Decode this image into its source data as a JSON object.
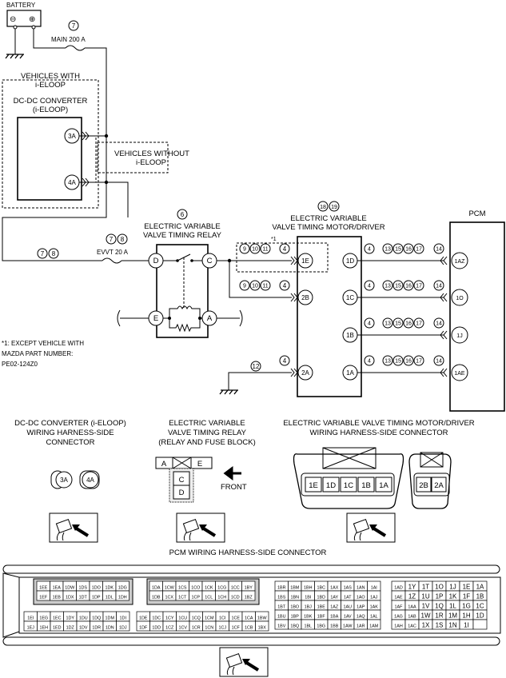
{
  "battery": {
    "label": "BATTERY",
    "minus": "⊖",
    "plus": "⊕"
  },
  "fuses": {
    "main_num": "7",
    "main_label": "MAIN 200 A",
    "evvt_nums": [
      "7",
      "8"
    ],
    "evvt_label": "EVVT 20 A",
    "left_nums": [
      "7",
      "8"
    ]
  },
  "dcdc": {
    "group_label": [
      "VEHICLES WITH",
      "i-ELOOP"
    ],
    "title": [
      "DC-DC CONVERTER",
      "(i-ELOOP)"
    ],
    "without_label": [
      "VEHICLES WITHOUT",
      "i-ELOOP"
    ],
    "pins": [
      "3A",
      "4A"
    ]
  },
  "relay": {
    "num": "6",
    "title": [
      "ELECTRIC VARIABLE",
      "VALVE TIMING RELAY"
    ],
    "pins": [
      "D",
      "C",
      "E",
      "A"
    ]
  },
  "motor": {
    "nums": [
      "18",
      "19"
    ],
    "title": [
      "ELECTRIC VARIABLE",
      "VALVE TIMING MOTOR/DRIVER"
    ],
    "note_mark": "*1",
    "left_pins": [
      "1E",
      "2B",
      "2A"
    ],
    "right_pins": [
      "1D",
      "1C",
      "1B",
      "1A"
    ]
  },
  "pcm": {
    "title": "PCM",
    "pins": [
      "1AZ",
      "1O",
      "1J",
      "1AE"
    ]
  },
  "wire_refs": {
    "four": "4",
    "fourteen": "14",
    "twelve": "12",
    "group_a": [
      "9",
      "10",
      "11"
    ],
    "group_b": [
      "13",
      "15",
      "16",
      "17"
    ]
  },
  "footnote": [
    "*1: EXCEPT VEHICLE WITH",
    "MAZDA PART NUMBER:",
    "PE02-124Z0"
  ],
  "connectors": {
    "dcdc_title": [
      "DC-DC CONVERTER (i-ELOOP)",
      "WIRING HARNESS-SIDE",
      "CONNECTOR"
    ],
    "dcdc_pins": [
      "3A",
      "4A"
    ],
    "relay_title": [
      "ELECTRIC VARIABLE",
      "VALVE TIMING RELAY",
      "(RELAY AND FUSE BLOCK)"
    ],
    "relay_cells": [
      "A",
      "E",
      "C",
      "D"
    ],
    "front": "FRONT",
    "motor_title": [
      "ELECTRIC VARIABLE VALVE TIMING MOTOR/DRIVER",
      "WIRING HARNESS-SIDE CONNECTOR"
    ],
    "motor_pins_a": [
      "1E",
      "1D",
      "1C",
      "1B",
      "1A"
    ],
    "motor_pins_b": [
      "2B",
      "2A"
    ],
    "pcm_title": "PCM WIRING HARNESS-SIDE CONNECTOR"
  },
  "pcm_connector": {
    "block1": [
      [
        "1EE",
        "1EA",
        "1DW",
        "1DS",
        "1DO",
        "1DK",
        "1DG"
      ],
      [
        "1EF",
        "1EB",
        "1DX",
        "1DT",
        "1DP",
        "1DL",
        "1DH"
      ]
    ],
    "block2": [
      [
        "1EI",
        "1EG",
        "1EC",
        "1DY",
        "1DU",
        "1DQ",
        "1DM",
        "1DI"
      ],
      [
        "1EJ",
        "1EH",
        "1ED",
        "1DZ",
        "1DV",
        "1DR",
        "1DN",
        "1DJ"
      ]
    ],
    "block3": [
      [
        "1DA",
        "1CW",
        "1CS",
        "1CO",
        "1CK",
        "1CG",
        "1CC",
        "1BY"
      ],
      [
        "1DB",
        "1CX",
        "1CT",
        "1CP",
        "1CL",
        "1CH",
        "1CD",
        "1BZ"
      ]
    ],
    "block4": [
      [
        "1DE",
        "1DC",
        "1CY",
        "1CU",
        "1CQ",
        "1CM",
        "1CI",
        "1CE",
        "1CA",
        "1BW"
      ],
      [
        "1DF",
        "1DD",
        "1CZ",
        "1CV",
        "1CR",
        "1CN",
        "1CJ",
        "1CF",
        "1CB",
        "1BX"
      ]
    ],
    "block5": [
      [
        "1BR",
        "1BM",
        "1BH",
        "1BC",
        "1AX",
        "1AS",
        "1AN",
        "1AI"
      ],
      [
        "1BS",
        "1BN",
        "1BI",
        "1BD",
        "1AY",
        "1AT",
        "1AO",
        "1AJ"
      ],
      [
        "1BT",
        "1BO",
        "1BJ",
        "1BE",
        "1AZ",
        "1AU",
        "1AP",
        "1AK"
      ],
      [
        "1BU",
        "1BP",
        "1BK",
        "1BF",
        "1BA",
        "1AV",
        "1AQ",
        "1AL"
      ],
      [
        "1BV",
        "1BQ",
        "1BL",
        "1BG",
        "1BB",
        "1AW",
        "1AR",
        "1AM"
      ]
    ],
    "block6": [
      [
        "1AD",
        "1Y",
        "1T",
        "1O",
        "1J",
        "1E",
        "1A"
      ],
      [
        "1AE",
        "1Z",
        "1U",
        "1P",
        "1K",
        "1F",
        "1B"
      ],
      [
        "1AF",
        "1AA",
        "1V",
        "1Q",
        "1L",
        "1G",
        "1C"
      ],
      [
        "1AG",
        "1AB",
        "1W",
        "1R",
        "1M",
        "1H",
        "1D"
      ],
      [
        "1AH",
        "1AC",
        "1X",
        "1S",
        "1N",
        "1I",
        ""
      ]
    ]
  }
}
